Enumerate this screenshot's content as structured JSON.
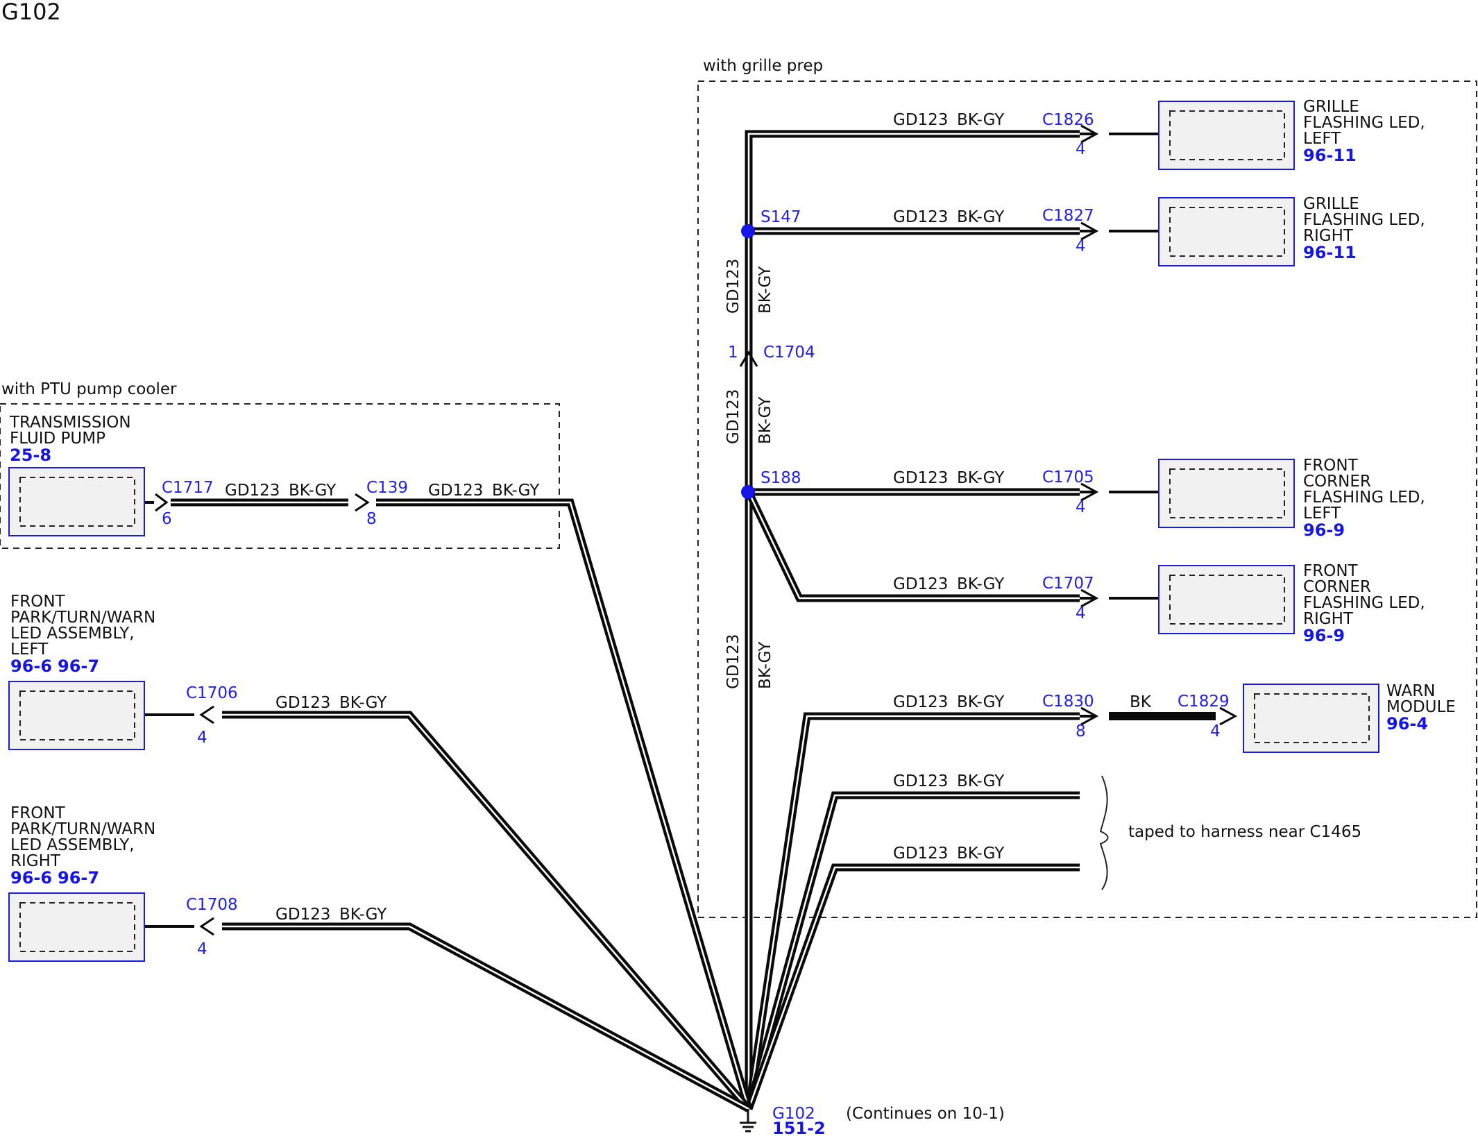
{
  "page": {
    "title": "G102"
  },
  "groups": {
    "grille_prep": "with grille prep",
    "ptu_pump_cooler": "with PTU pump cooler"
  },
  "wire": {
    "circuit": "GD123",
    "color": "BK-GY"
  },
  "components": {
    "grille_left": {
      "name_lines": [
        "GRILLE",
        "FLASHING LED,",
        "LEFT"
      ],
      "refs": [
        "96-11"
      ]
    },
    "grille_right": {
      "name_lines": [
        "GRILLE",
        "FLASHING LED,",
        "RIGHT"
      ],
      "refs": [
        "96-11"
      ]
    },
    "front_corner_left": {
      "name_lines": [
        "FRONT",
        "CORNER",
        "FLASHING LED,",
        "LEFT"
      ],
      "refs": [
        "96-9"
      ]
    },
    "front_corner_right": {
      "name_lines": [
        "FRONT",
        "CORNER",
        "FLASHING LED,",
        "RIGHT"
      ],
      "refs": [
        "96-9"
      ]
    },
    "warn_module": {
      "name_lines": [
        "WARN",
        "MODULE"
      ],
      "refs": [
        "96-4"
      ]
    },
    "trans_pump": {
      "name_lines": [
        "TRANSMISSION",
        "FLUID PUMP"
      ],
      "refs": [
        "25-8"
      ]
    },
    "park_left": {
      "name_lines": [
        "FRONT",
        "PARK/TURN/WARN",
        "LED ASSEMBLY,",
        "LEFT"
      ],
      "refs": [
        "96-6",
        "96-7"
      ]
    },
    "park_right": {
      "name_lines": [
        "FRONT",
        "PARK/TURN/WARN",
        "LED ASSEMBLY,",
        "RIGHT"
      ],
      "refs": [
        "96-6",
        "96-7"
      ]
    }
  },
  "connectors": {
    "c1826": {
      "id": "C1826",
      "pin": "4"
    },
    "c1827": {
      "id": "C1827",
      "pin": "4"
    },
    "c1705": {
      "id": "C1705",
      "pin": "4"
    },
    "c1707": {
      "id": "C1707",
      "pin": "4"
    },
    "c1830": {
      "id": "C1830",
      "pin": "8"
    },
    "c1829": {
      "id": "C1829",
      "pin": "4"
    },
    "c1704": {
      "id": "C1704",
      "pin": "1"
    },
    "c1717": {
      "id": "C1717",
      "pin": "6"
    },
    "c139": {
      "id": "C139",
      "pin": "8"
    },
    "c1706": {
      "id": "C1706",
      "pin": "4"
    },
    "c1708": {
      "id": "C1708",
      "pin": "4"
    }
  },
  "splices": {
    "s147": "S147",
    "s188": "S188"
  },
  "warn_link_wire_color": "BK",
  "taped_note": "taped to harness near C1465",
  "ground": {
    "id": "G102",
    "ref": "151-2",
    "note": "(Continues on 10-1)"
  }
}
